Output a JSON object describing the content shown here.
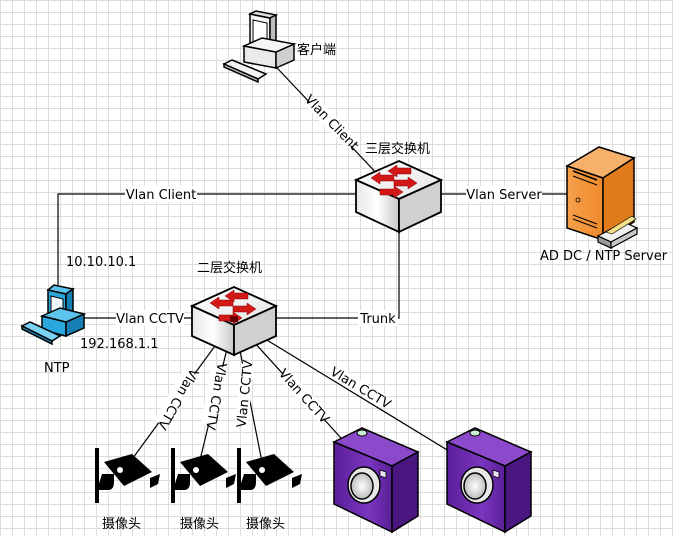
{
  "nodes": {
    "client_pc": {
      "label": "客户端"
    },
    "l3_switch": {
      "label": "三层交换机"
    },
    "server": {
      "label": "AD DC / NTP Server",
      "color": "#f08a2c"
    },
    "ntp_pc": {
      "label": "NTP",
      "ip_top": "10.10.10.1",
      "ip_bottom": "192.168.1.1",
      "color": "#1f9fd6"
    },
    "l2_switch": {
      "label": "二层交换机"
    },
    "cctv_cams": [
      {
        "label": "摄像头"
      },
      {
        "label": "摄像头"
      },
      {
        "label": "摄像头"
      }
    ],
    "ip_cams": [
      {
        "label": ""
      },
      {
        "label": ""
      }
    ],
    "ip_cam_color": "#6a2aa8"
  },
  "links": {
    "client_to_l3": "Vlan Client",
    "l3_to_ntp": "Vlan Client",
    "l3_to_server": "Vlan Server",
    "ntp_to_l2": "Vlan CCTV",
    "l2_to_l3": "Trunk",
    "l2_to_cam1": "Vlan CCTV",
    "l2_to_cam2": "Vlan CCTV",
    "l2_to_cam3": "Vlan CCTV",
    "l2_to_ipcam1": "Vlan CCTV",
    "l2_to_ipcam2": "Vlan CCTV"
  }
}
